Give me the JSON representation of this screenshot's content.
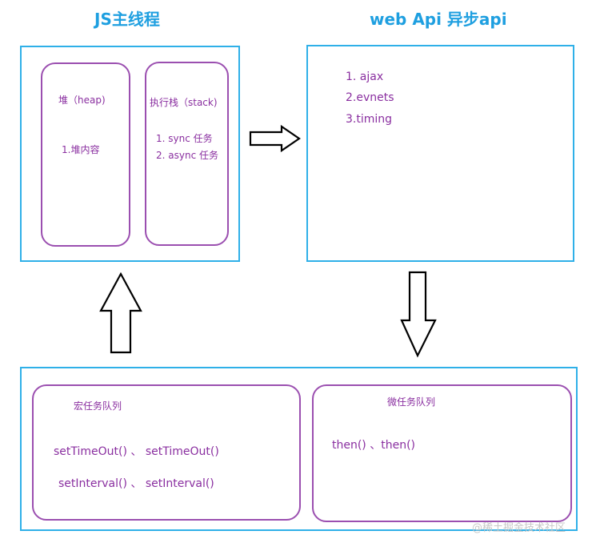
{
  "titles": {
    "main_thread": "JS主线程",
    "web_api": "web Api 异步api"
  },
  "heap": {
    "title": "堆（heap)",
    "item": "1.堆内容"
  },
  "stack": {
    "title": "执行栈（stack)",
    "items": [
      "1. sync 任务",
      "2. async 任务"
    ]
  },
  "web_api": {
    "items": [
      "1. ajax",
      "2.evnets",
      "3.timing"
    ]
  },
  "macro_queue": {
    "title": "宏任务队列",
    "lines": [
      "setTimeOut() 、 setTimeOut()",
      "setInterval() 、 setInterval()"
    ]
  },
  "micro_queue": {
    "title": "微任务队列",
    "lines": [
      "then() 、then()"
    ]
  },
  "watermark": "@稀土掘金技术社区",
  "colors": {
    "title_blue": "#1e9fe0",
    "box_blue": "#2fb0e8",
    "purple": "#9b4fb0",
    "text_purple": "#8a2fa0"
  }
}
